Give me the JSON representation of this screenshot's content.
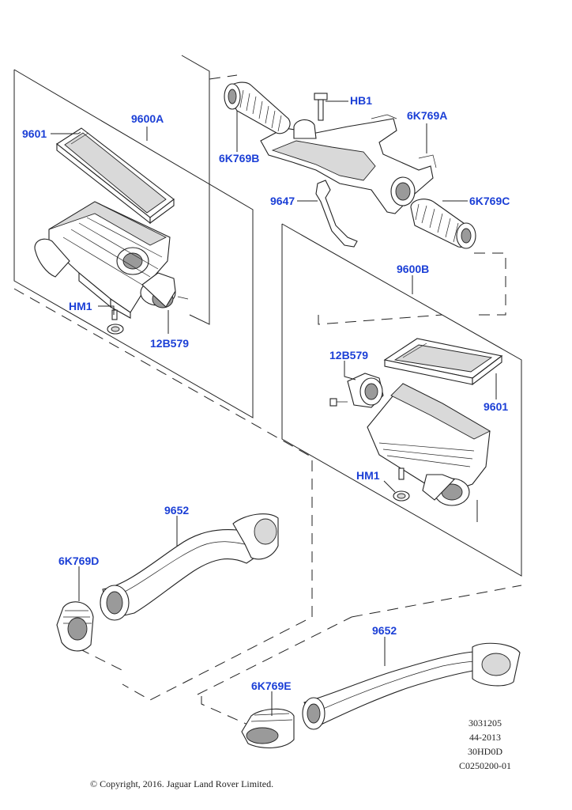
{
  "callouts": {
    "c9601_left": "9601",
    "c9600A": "9600A",
    "cHM1_left": "HM1",
    "c12B579_left": "12B579",
    "c6K769B": "6K769B",
    "cHB1": "HB1",
    "c6K769A": "6K769A",
    "c9647": "9647",
    "c6K769C": "6K769C",
    "c9600B": "9600B",
    "c12B579_right": "12B579",
    "c9601_right": "9601",
    "cHM1_right": "HM1",
    "c9652_upper": "9652",
    "c6K769D": "6K769D",
    "c9652_lower": "9652",
    "c6K769E": "6K769E"
  },
  "reference_codes": [
    "3031205",
    "44-2013",
    "30HD0D",
    "C0250200-01"
  ],
  "copyright": "© Copyright, 2016. Jaguar Land Rover Limited.",
  "colors": {
    "callout_text": "#1b3fd6",
    "line_art": "#222222"
  }
}
